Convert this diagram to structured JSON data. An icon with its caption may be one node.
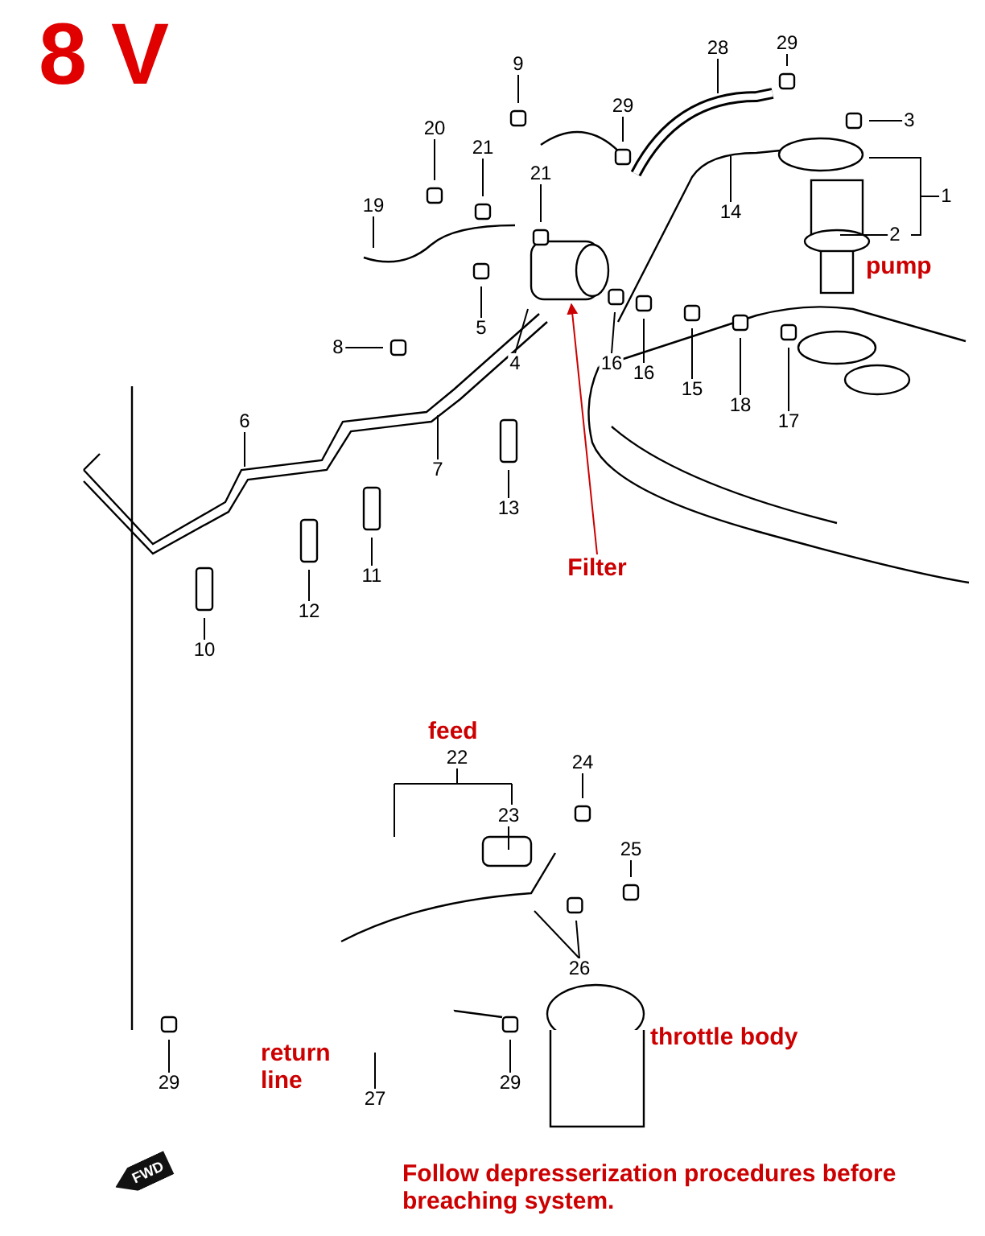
{
  "diagram": {
    "title": "8 V",
    "nodes": [
      {
        "text": [
          "9"
        ]
      },
      {
        "text": [
          "29"
        ]
      },
      {
        "text": [
          "28"
        ]
      },
      {
        "text": [
          "29"
        ]
      },
      {
        "text": [
          "3"
        ]
      },
      {
        "text": [
          "20"
        ]
      },
      {
        "text": [
          "21"
        ]
      },
      {
        "text": [
          "21"
        ]
      },
      {
        "text": [
          "19"
        ]
      },
      {
        "text": [
          "14"
        ]
      },
      {
        "text": [
          "1"
        ]
      },
      {
        "text": [
          "2"
        ]
      },
      {
        "text": [
          "5"
        ]
      },
      {
        "text": [
          "8"
        ]
      },
      {
        "text": [
          "4"
        ]
      },
      {
        "text": [
          "16"
        ]
      },
      {
        "text": [
          "16"
        ]
      },
      {
        "text": [
          "15"
        ]
      },
      {
        "text": [
          "18"
        ]
      },
      {
        "text": [
          "17"
        ]
      },
      {
        "text": [
          "6"
        ]
      },
      {
        "text": [
          "7"
        ]
      },
      {
        "text": [
          "13"
        ]
      },
      {
        "text": [
          "Filter"
        ]
      },
      {
        "text": [
          "11"
        ]
      },
      {
        "text": [
          "12"
        ]
      },
      {
        "text": [
          "10"
        ]
      },
      {
        "text": [
          "22"
        ]
      },
      {
        "text": [
          "24"
        ]
      },
      {
        "text": [
          "23"
        ]
      },
      {
        "text": [
          "25"
        ]
      },
      {
        "text": [
          "26"
        ]
      },
      {
        "text": [
          "29"
        ]
      },
      {
        "text": [
          "27"
        ]
      },
      {
        "text": [
          "29"
        ]
      }
    ],
    "edges": [
      {
        "from": 0,
        "to": null,
        "arrow": "none"
      },
      {
        "from": 1,
        "to": null,
        "arrow": "none"
      },
      {
        "from": 2,
        "to": null,
        "arrow": "none"
      },
      {
        "from": 3,
        "to": null,
        "arrow": "none"
      },
      {
        "from": 4,
        "to": null,
        "arrow": "none"
      },
      {
        "from": 5,
        "to": null,
        "arrow": "none"
      },
      {
        "from": 6,
        "to": null,
        "arrow": "none"
      },
      {
        "from": 7,
        "to": null,
        "arrow": "none"
      },
      {
        "from": 8,
        "to": null,
        "arrow": "none"
      },
      {
        "from": 9,
        "to": null,
        "arrow": "none"
      },
      {
        "from": 10,
        "to": null,
        "arrow": "none"
      },
      {
        "from": 11,
        "to": null,
        "arrow": "none"
      },
      {
        "from": 12,
        "to": null,
        "arrow": "none"
      },
      {
        "from": 13,
        "to": null,
        "arrow": "none"
      },
      {
        "from": 14,
        "to": null,
        "arrow": "none"
      },
      {
        "from": 15,
        "to": null,
        "arrow": "none"
      },
      {
        "from": 16,
        "to": null,
        "arrow": "none"
      },
      {
        "from": 17,
        "to": null,
        "arrow": "none"
      },
      {
        "from": 18,
        "to": null,
        "arrow": "none"
      },
      {
        "from": 19,
        "to": null,
        "arrow": "none"
      },
      {
        "from": 20,
        "to": null,
        "arrow": "none"
      },
      {
        "from": 21,
        "to": null,
        "arrow": "none"
      },
      {
        "from": 22,
        "to": null,
        "arrow": "none"
      },
      {
        "from": 23,
        "to": null,
        "arrow": "to",
        "color": "#cc0000"
      },
      {
        "from": 24,
        "to": null,
        "arrow": "none"
      },
      {
        "from": 25,
        "to": null,
        "arrow": "none"
      },
      {
        "from": 26,
        "to": null,
        "arrow": "none"
      },
      {
        "from": 27,
        "to": null,
        "arrow": "none"
      },
      {
        "from": 28,
        "to": null,
        "arrow": "none"
      },
      {
        "from": 29,
        "to": null,
        "arrow": "none"
      },
      {
        "from": 30,
        "to": null,
        "arrow": "none"
      },
      {
        "from": 31,
        "to": null,
        "arrow": "none"
      },
      {
        "from": 31,
        "to": null,
        "arrow": "none"
      },
      {
        "from": 32,
        "to": null,
        "arrow": "none"
      },
      {
        "from": 33,
        "to": null,
        "arrow": "none"
      },
      {
        "from": 34,
        "to": null,
        "arrow": "none"
      }
    ],
    "labels": [
      "pump",
      "feed",
      "throttle body",
      "return line",
      "FWD",
      "Follow depresserization procedures before breaching system."
    ]
  }
}
